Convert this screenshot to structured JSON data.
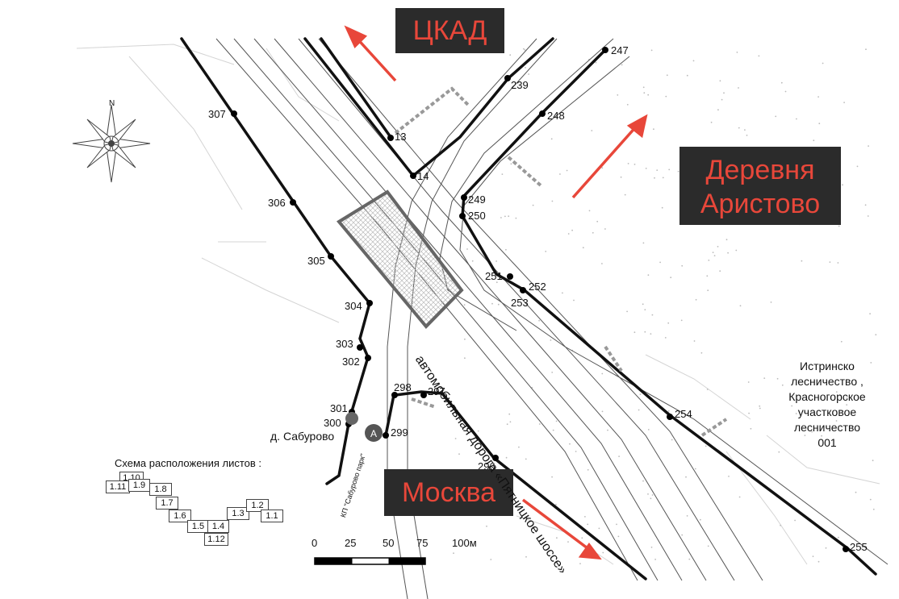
{
  "labels": {
    "ckad": "ЦКАД",
    "village_line1": "Деревня",
    "village_line2": "Аристово",
    "moscow": "Москва",
    "road_name": "автомобильная дорога «Пятницкое шоссе»",
    "settlement": "д. Сабурово",
    "kp_name": "КП \"Сабурово парк\"",
    "north": "N",
    "forestry": [
      "Истринско",
      "лесничество ,",
      "Красногорское",
      "участковое",
      "лесничество",
      "001"
    ]
  },
  "points": [
    "247",
    "239",
    "248",
    "13",
    "14",
    "249",
    "250",
    "251",
    "252",
    "253",
    "254",
    "255",
    "307",
    "306",
    "305",
    "304",
    "303",
    "302",
    "301",
    "300",
    "298",
    "297",
    "299",
    "296"
  ],
  "sheet_scheme": {
    "title": "Схема расположения листов :",
    "sheets": [
      "1.10",
      "1.11",
      "1.9",
      "1.8",
      "1.7",
      "1.6",
      "1.5",
      "1.4",
      "1.12",
      "1.3",
      "1.2",
      "1.1"
    ]
  },
  "scale": {
    "ticks": [
      "0",
      "25",
      "50",
      "75",
      "100м"
    ]
  },
  "colors": {
    "box_bg": "#2b2b2b",
    "box_text": "#e8473a",
    "arrow": "#e8473a",
    "boundary": "#111111"
  },
  "icons": [
    "compass-rose-icon",
    "arrow-to-ckad-icon",
    "arrow-to-village-icon",
    "arrow-to-moscow-icon",
    "survey-marker-icon"
  ]
}
